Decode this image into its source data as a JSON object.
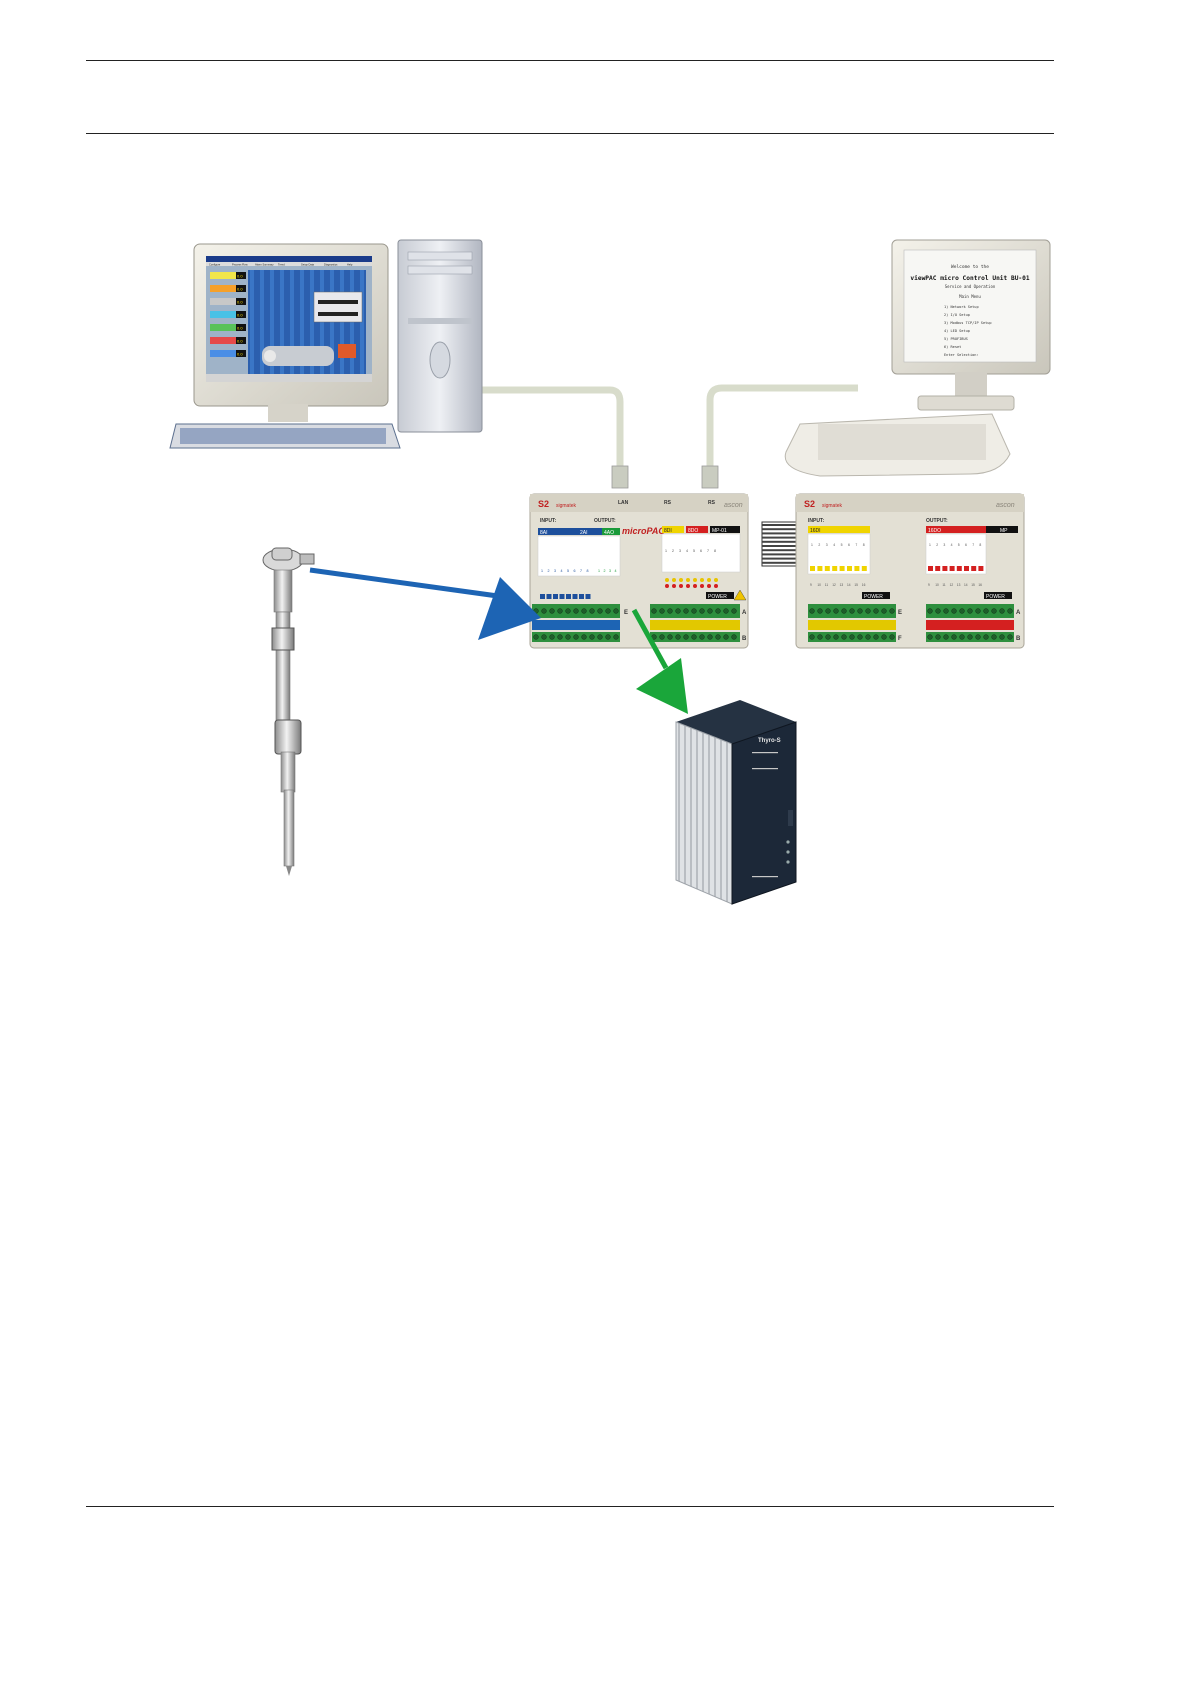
{
  "header": {
    "title": "",
    "subtitle": ""
  },
  "hmi_screen": {
    "menu_items": [
      "Configure",
      "Process Flow",
      "Alarm Summary",
      "Trend",
      "Setup Data",
      "Diagnostics",
      "Help"
    ],
    "process_values": [
      {
        "color": "#f2e64a",
        "value": "0.0"
      },
      {
        "color": "#f5a02a",
        "value": "0.0"
      },
      {
        "color": "#c8c8c8",
        "value": "0.0"
      },
      {
        "color": "#48c1e6",
        "value": "0.0"
      },
      {
        "color": "#58c25a",
        "value": "0.0"
      },
      {
        "color": "#e64a4a",
        "value": "0.0"
      },
      {
        "color": "#4a8ee6",
        "value": "0.0"
      }
    ]
  },
  "terminal_screen": {
    "line1": "Welcome to the",
    "title": "viewPAC micro Control Unit BU-01",
    "subtitle": "Service and Operation",
    "menu_heading": "Main Menu",
    "items": [
      "1) Network Setup",
      "2) I/O Setup",
      "3) Modbus TCP/IP Setup",
      "4) LED Setup",
      "5) PROFIBUS",
      "6) Reset",
      "Enter Selection:"
    ]
  },
  "controller_main": {
    "brand": "sigmatek",
    "logo": "S2",
    "product_name": "microPAC",
    "right_brand": "ascon",
    "ports": [
      "LAN",
      "RS",
      "RS"
    ],
    "input_label": "INPUT:",
    "output_label": "OUTPUT:",
    "channels_a": [
      "1",
      "2",
      "3",
      "4",
      "5",
      "6",
      "7",
      "8"
    ],
    "channels_b": [
      "1",
      "2",
      "3",
      "4"
    ],
    "module_left": "8AI",
    "module_mid": "2AI",
    "module_green": "4AO",
    "module_yellow": "8DI",
    "module_red": "8DO",
    "module_black": "MP-01",
    "terminal_letters": [
      "E",
      "A",
      "B"
    ],
    "power_label": "POWER"
  },
  "controller_expansion": {
    "logo": "S2",
    "brand": "sigmatek",
    "right_brand": "ascon",
    "input_label": "INPUT:",
    "output_label": "OUTPUT:",
    "module_yellow": "16DI",
    "module_red": "16DO",
    "module_black": "MP",
    "channels": [
      "1",
      "2",
      "3",
      "4",
      "5",
      "6",
      "7",
      "8"
    ],
    "channels_hi": [
      "9",
      "10",
      "11",
      "12",
      "13",
      "14",
      "15",
      "16"
    ],
    "terminal_letters": [
      "E",
      "F",
      "A",
      "B"
    ],
    "power_label": "POWER"
  },
  "thyristor": {
    "brand": "Thyro-S"
  },
  "colors": {
    "signal_in_arrow": "#1d64b4",
    "signal_out_arrow": "#1aa63a",
    "cable": "#d8dccb",
    "controller_body": "#e3e0d4"
  }
}
